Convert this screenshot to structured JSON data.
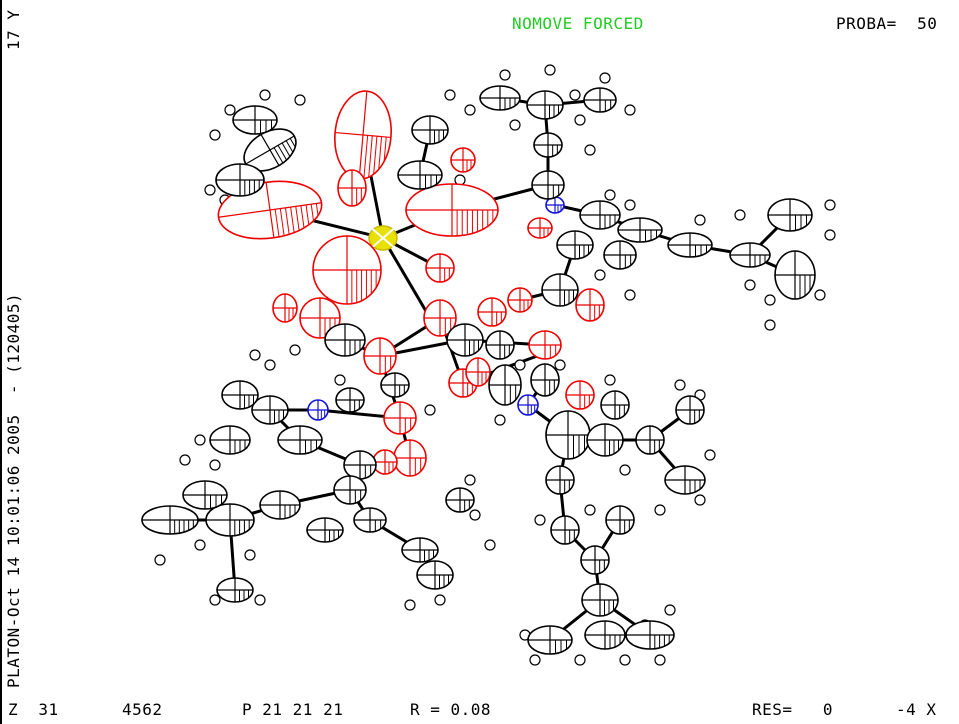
{
  "header": {
    "mode": "NOMOVE FORCED",
    "mode_color": "#22cc22",
    "proba": "PROBA=  50"
  },
  "side": {
    "stamp": "PLATON-Oct 14 10:01:06 2005  - (120405)",
    "axis_y": "17 Y"
  },
  "footer": {
    "z": "Z  31",
    "count": "4562",
    "space_group": "P 21 21 21",
    "r_factor": "R = 0.08",
    "res": "RES=   0",
    "axis_x": "-4 X"
  },
  "colors": {
    "carbon": "#000000",
    "oxygen": "#ee0000",
    "nitrogen": "#1111dd",
    "metal": "#e8e000",
    "bond": "#000000"
  },
  "icons": [
    "ortep-ellipsoid-icon"
  ]
}
